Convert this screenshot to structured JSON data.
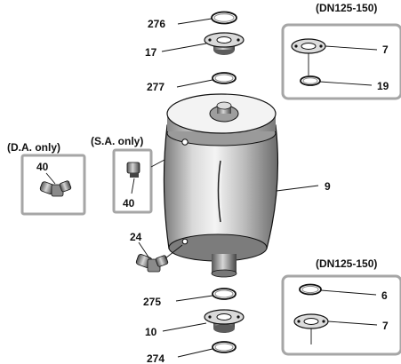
{
  "labels": {
    "p276": "276",
    "p17": "17",
    "p277": "277",
    "p9": "9",
    "p24": "24",
    "p275": "275",
    "p10": "10",
    "p274": "274"
  },
  "insets": {
    "da": {
      "caption": "(D.A. only)",
      "number": "40"
    },
    "sa": {
      "caption": "(S.A. only)",
      "number": "40"
    },
    "top_right": {
      "caption": "(DN125-150)",
      "items": [
        "7",
        "19"
      ]
    },
    "bottom_right": {
      "caption": "(DN125-150)",
      "items": [
        "6",
        "7"
      ]
    }
  },
  "colors": {
    "body_light": "#f2f2f2",
    "body_dark": "#6e6e6e",
    "inset_border": "#a6a6a6",
    "line": "#111111"
  }
}
